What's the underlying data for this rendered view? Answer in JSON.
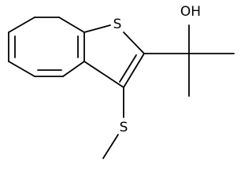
{
  "atoms": {
    "S1": "S",
    "OH": "OH",
    "S2": "S"
  },
  "colors": {
    "bond": "#000000",
    "background": "#ffffff"
  }
}
